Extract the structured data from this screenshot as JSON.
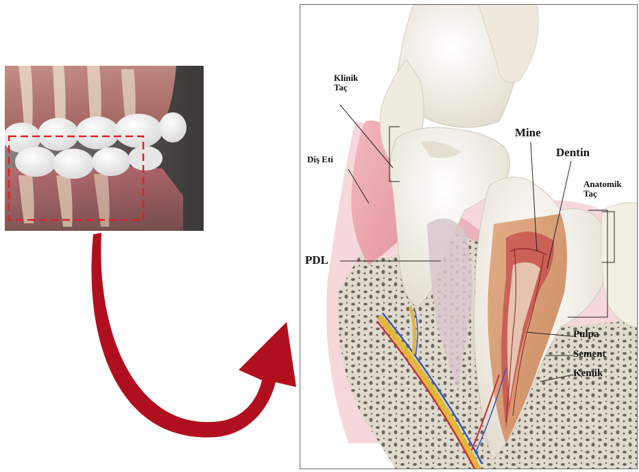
{
  "labels": {
    "klinik_tac": [
      "Klinik",
      "Taç"
    ],
    "dis_eti": "Diş Eti",
    "mine": "Mine",
    "dentin": "Dentin",
    "anatomik_tac": [
      "Anatomik",
      "Taç"
    ],
    "pdl": "PDL",
    "pulpa": "Pulpa",
    "sement": "Sement",
    "kemik": "Kemik"
  },
  "colors": {
    "arrow": "#b0101e",
    "selection_box": "#e02020",
    "enamel": "#f2ede3",
    "dentin": "#d9a27a",
    "gum": "#e9a3ad",
    "bone": "#d9d2c6"
  }
}
